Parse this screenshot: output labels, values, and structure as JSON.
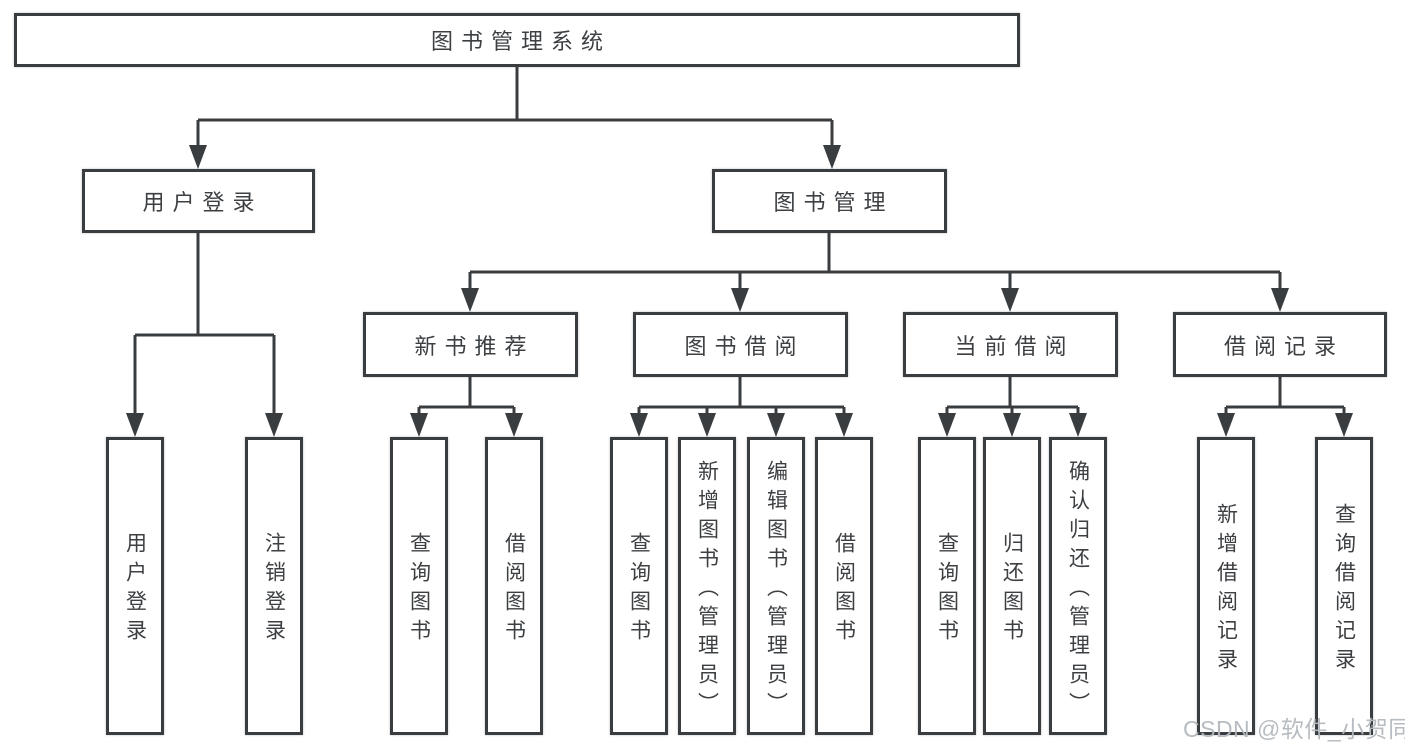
{
  "diagram": {
    "root": {
      "label": "图书管理系统",
      "children": [
        {
          "label": "用户登录",
          "children": [
            {
              "label": "用户登录"
            },
            {
              "label": "注销登录"
            }
          ]
        },
        {
          "label": "图书管理",
          "children": [
            {
              "label": "新书推荐",
              "children": [
                {
                  "label": "查询图书"
                },
                {
                  "label": "借阅图书"
                }
              ]
            },
            {
              "label": "图书借阅",
              "children": [
                {
                  "label": "查询图书"
                },
                {
                  "label": "新增图书（管理员）"
                },
                {
                  "label": "编辑图书（管理员）"
                },
                {
                  "label": "借阅图书"
                }
              ]
            },
            {
              "label": "当前借阅",
              "children": [
                {
                  "label": "查询图书"
                },
                {
                  "label": "归还图书"
                },
                {
                  "label": "确认归还（管理员）"
                }
              ]
            },
            {
              "label": "借阅记录",
              "children": [
                {
                  "label": "新增借阅记录"
                },
                {
                  "label": "查询借阅记录"
                }
              ]
            }
          ]
        }
      ]
    },
    "colors": {
      "line": "#3a3d40",
      "text": "#3d4043",
      "watermark": "#b2b8be"
    }
  },
  "watermark": {
    "text": "CSDN @软件_小贺同学"
  }
}
